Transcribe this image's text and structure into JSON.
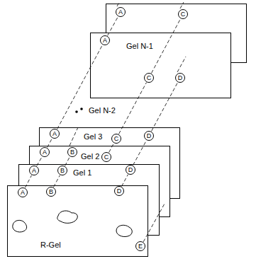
{
  "diagram": {
    "nodes": [
      {
        "text": [
          "A"
        ]
      },
      {
        "text": [
          "C"
        ]
      },
      {
        "text": [
          "Gel N-1"
        ]
      },
      {
        "text": [
          "A"
        ],
        "in": 2
      },
      {
        "text": [
          "C"
        ],
        "in": 2
      },
      {
        "text": [
          "D"
        ],
        "in": 2
      },
      {
        "text": [
          "Gel 3"
        ]
      },
      {
        "text": [
          "A"
        ],
        "in": 6
      },
      {
        "text": [
          "C"
        ],
        "in": 6
      },
      {
        "text": [
          "D"
        ],
        "in": 6
      },
      {
        "text": [
          "Gel 2"
        ]
      },
      {
        "text": [
          "A"
        ],
        "in": 10
      },
      {
        "text": [
          "B"
        ],
        "in": 10
      },
      {
        "text": [
          "C"
        ],
        "in": 10
      },
      {
        "text": [
          "Gel 1"
        ]
      },
      {
        "text": [
          "A"
        ],
        "in": 14
      },
      {
        "text": [
          "B"
        ],
        "in": 14
      },
      {
        "text": [
          "D"
        ],
        "in": 14
      },
      {
        "text": [
          "R-Gel"
        ]
      },
      {
        "text": [
          "A"
        ],
        "in": 18
      },
      {
        "text": [
          "B"
        ],
        "in": 18
      },
      {
        "text": [
          "D"
        ],
        "in": 18
      },
      {
        "text": [
          "E"
        ],
        "in": 18
      }
    ],
    "edges": [
      {
        "from": 19,
        "to": 15,
        "arrow": "none"
      },
      {
        "from": 15,
        "to": 11,
        "arrow": "none"
      },
      {
        "from": 11,
        "to": 7,
        "arrow": "none"
      },
      {
        "from": 7,
        "to": 3,
        "arrow": "none"
      },
      {
        "from": 3,
        "to": 0,
        "arrow": "none"
      },
      {
        "from": 20,
        "to": 16,
        "arrow": "none"
      },
      {
        "from": 16,
        "to": 12,
        "arrow": "none"
      },
      {
        "from": 13,
        "to": 8,
        "arrow": "none"
      },
      {
        "from": 8,
        "to": 4,
        "arrow": "none"
      },
      {
        "from": 4,
        "to": 1,
        "arrow": "none"
      },
      {
        "from": 21,
        "to": 17,
        "arrow": "none"
      },
      {
        "from": 17,
        "to": 9,
        "arrow": "none"
      },
      {
        "from": 9,
        "to": 5,
        "arrow": "none"
      }
    ],
    "labels": [
      "Gel N-2"
    ]
  }
}
